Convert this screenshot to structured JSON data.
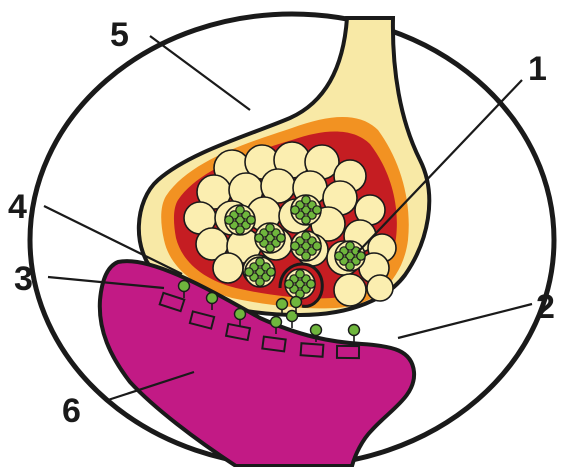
{
  "labels": [
    {
      "id": "1",
      "text": "1"
    },
    {
      "id": "2",
      "text": "2"
    },
    {
      "id": "3",
      "text": "3"
    },
    {
      "id": "4",
      "text": "4"
    },
    {
      "id": "5",
      "text": "5"
    },
    {
      "id": "6",
      "text": "6"
    }
  ],
  "colors": {
    "outline": "#1a1a1a",
    "axon_fill": "#f8e9a6",
    "terminal_orange": "#f29222",
    "terminal_red": "#c51d22",
    "vesicle_fill": "#fbeeb0",
    "neurotransmitter_green": "#6fb63d",
    "dendrite_magenta": "#c21a85",
    "receptor_fill": "#c21a85"
  }
}
